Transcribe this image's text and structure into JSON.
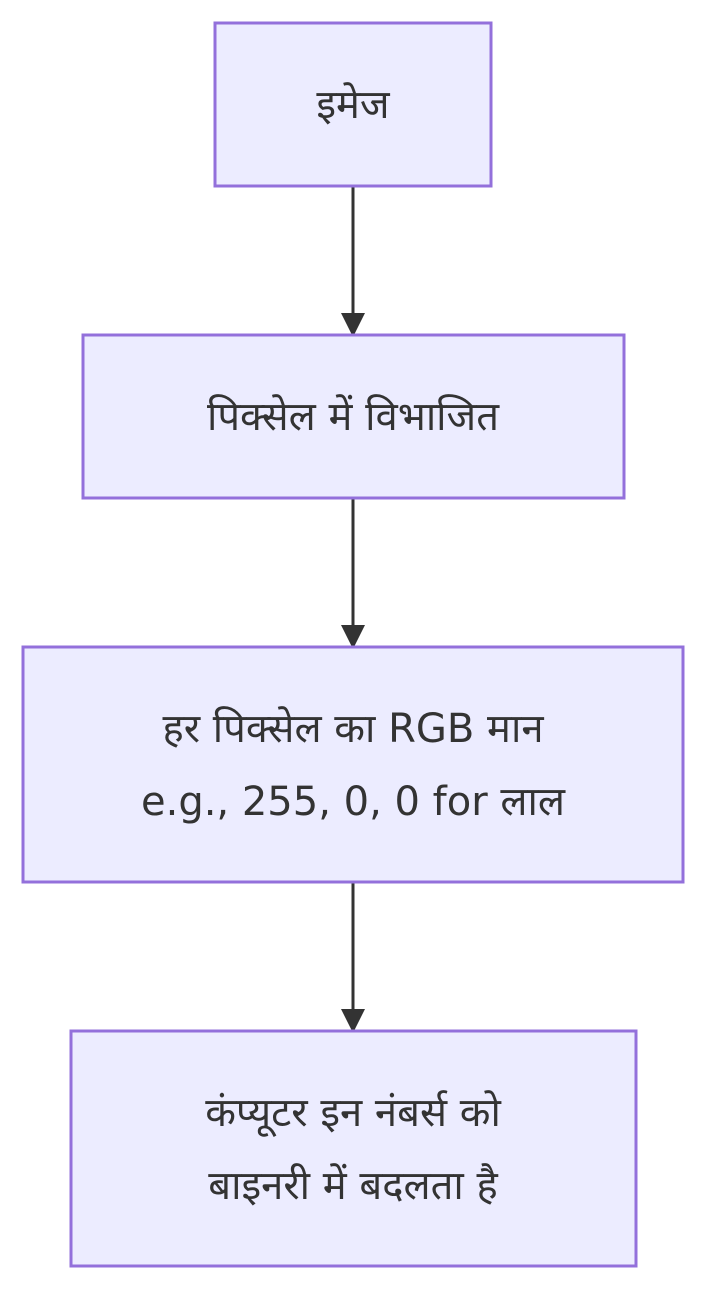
{
  "diagram": {
    "type": "flowchart",
    "direction": "top-to-bottom",
    "colors": {
      "node_fill": "#ececff",
      "node_stroke": "#9370db",
      "edge": "#333333",
      "text": "#333333"
    },
    "nodes": [
      {
        "id": "image",
        "lines": [
          "इमेज"
        ]
      },
      {
        "id": "pixels",
        "lines": [
          "पिक्सेल में विभाजित"
        ]
      },
      {
        "id": "rgb",
        "lines": [
          "हर पिक्सेल का RGB मान",
          "e.g., 255, 0, 0 for लाल"
        ]
      },
      {
        "id": "binary",
        "lines": [
          "कंप्यूटर इन नंबर्स को",
          "बाइनरी में बदलता है"
        ]
      }
    ],
    "edges": [
      {
        "from": "image",
        "to": "pixels"
      },
      {
        "from": "pixels",
        "to": "rgb"
      },
      {
        "from": "rgb",
        "to": "binary"
      }
    ]
  }
}
